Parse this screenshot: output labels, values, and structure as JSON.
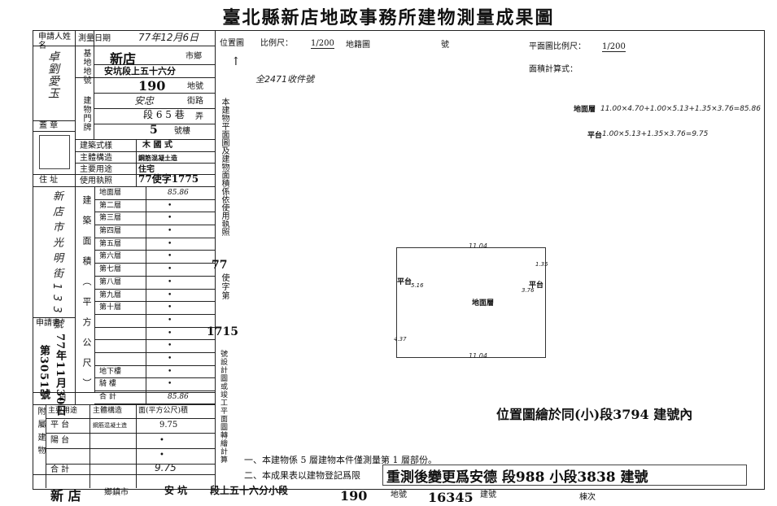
{
  "title": "臺北縣新店地政事務所建物測量成果圖",
  "left": {
    "applicant_label": "申請人姓名",
    "applicant_name": "卓劉愛玉",
    "seal_label": "蓋 章",
    "address_label": "住 址",
    "address_value": "新店市光明街133號",
    "req_label": "申請書",
    "req_date": "77年11月30日",
    "req_no": "第3051號",
    "day_label": "日"
  },
  "survey": {
    "date_label": "測量日期",
    "date_value": "77年12月6日",
    "base_label": "基地地號",
    "city": "新店",
    "city_unit": "市鄉",
    "section": "安坑段上五十六分",
    "section_unit": "分",
    "lot": "190",
    "lot_unit": "地號",
    "door_label": "建物門牌",
    "street": "安忠",
    "street_unit": "街路",
    "sec_lane": "段 6 5 巷",
    "lane_unit": "弄",
    "num": "5",
    "num_unit": "號樓",
    "style_label": "建築式樣",
    "style_value": "木 國 式",
    "struct_label": "主體構造",
    "struct_value": "鋼筋混凝土造",
    "use_label": "主要用途",
    "use_value": "住宅",
    "permit_label": "使用執照",
    "permit_value": "77使字1775"
  },
  "floors_label": "建築面積（平方公尺）",
  "floors": [
    {
      "name": "地面層",
      "value": "85.86"
    },
    {
      "name": "第二層",
      "value": "•"
    },
    {
      "name": "第三層",
      "value": "•"
    },
    {
      "name": "第四層",
      "value": "•"
    },
    {
      "name": "第五層",
      "value": "•"
    },
    {
      "name": "第六層",
      "value": "•"
    },
    {
      "name": "第七層",
      "value": "•"
    },
    {
      "name": "第八層",
      "value": "•"
    },
    {
      "name": "第九層",
      "value": "•"
    },
    {
      "name": "第十層",
      "value": "•"
    },
    {
      "name": "",
      "value": "•"
    },
    {
      "name": "",
      "value": "•"
    },
    {
      "name": "",
      "value": "•"
    },
    {
      "name": "",
      "value": "•"
    },
    {
      "name": "地下樓",
      "value": "•"
    },
    {
      "name": "騎 樓",
      "value": "•"
    },
    {
      "name": "合 計",
      "value": "85.86"
    }
  ],
  "annex": {
    "label": "附屬建物",
    "col1": "主要用途",
    "col2": "主體構造",
    "col3": "面(平方公尺)積",
    "rows": [
      {
        "use": "平 台",
        "struct": "鋼筋混凝土造",
        "area": "9.75"
      },
      {
        "use": "陽 台",
        "struct": "",
        "area": "•"
      },
      {
        "use": "",
        "struct": "",
        "area": "•"
      }
    ],
    "total_label": "合 計",
    "total": "9.75"
  },
  "middle_vertical": "本建物平面圖及建物面積係依使用執照",
  "middle_vertical2": "號設計圖或竣工平面圖轉繪計算",
  "middle_permit": "77",
  "middle_permit2": "使字第",
  "middle_num": "1715",
  "right": {
    "pos_label": "位置圖",
    "scale_label": "比例尺：",
    "scale_value": "1/200",
    "cadastral": "地籍圖",
    "cad_no": "號",
    "plan_scale_label": "平面圖比例尺：",
    "plan_scale_value": "1/200",
    "area_formula_label": "面積計算式：",
    "receipt": "全2471收件號",
    "calc1_label": "地面層",
    "calc1": "11.00×4.70+1.00×5.13+1.35×3.76=85.86",
    "calc2_label": "平台",
    "calc2": "1.00×5.13+1.35×3.76=9.75",
    "plan_top": "11.04",
    "plan_bottom": "11.04",
    "plan_left_label": "平台",
    "plan_left_dim": "5.16",
    "plan_center": "地面層",
    "plan_right_label": "平台",
    "plan_right_dim": "3.76",
    "plan_dim_a": "1.35",
    "plan_dim_b": "4.37",
    "location_note": "位置圖繪於同(小)段3794 建號內"
  },
  "notes": {
    "n1": "一、本建物係 5 層建物本件僅測量第 1 層部份。",
    "n2": "二、本成果表以建物登記爲限",
    "stamp": "重測後變更爲安德 段988 小段3838 建號"
  },
  "bottom": {
    "city": "新 店",
    "city_unit": "鄉鎮市",
    "section": "安 坑",
    "section_unit": "段上五十六分小段",
    "lot": "190",
    "lot_unit": "地號",
    "bldg": "16345",
    "bldg_unit": "建號",
    "unit": "棟次"
  }
}
